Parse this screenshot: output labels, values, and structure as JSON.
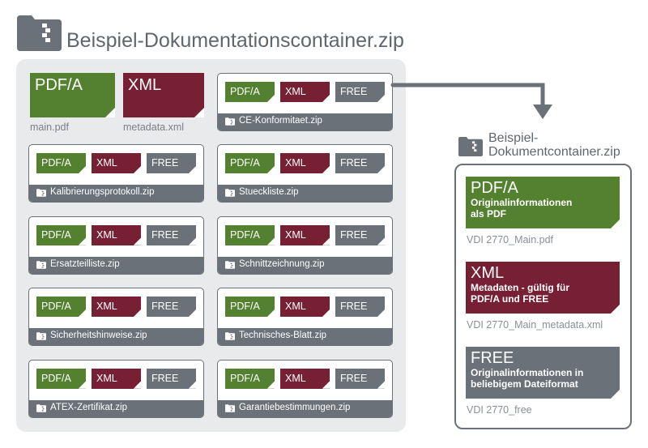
{
  "main_container": {
    "title": "Beispiel-Dokumentationscontainer.zip",
    "files": [
      {
        "type": "PDF/A",
        "name": "main.pdf"
      },
      {
        "type": "XML",
        "name": "metadata.xml"
      }
    ],
    "chip_labels": [
      "PDF/A",
      "XML",
      "FREE"
    ],
    "zips": [
      "CE-Konformitaet.zip",
      "Kalibrierungsprotokoll.zip",
      "Stueckliste.zip",
      "Ersatzteilliste.zip",
      "Schnittzeichnung.zip",
      "Sicherheitshinweise.zip",
      "Technisches-Blatt.zip",
      "ATEX-Zertifikat.zip",
      "Garantiebestimmungen.zip"
    ]
  },
  "document_container": {
    "title_line1": "Beispiel-",
    "title_line2": "Dokumentcontainer.zip",
    "docs": [
      {
        "type": "PDF/A",
        "desc1": "Originalinformationen",
        "desc2": "als PDF",
        "file": "VDI 2770_Main.pdf"
      },
      {
        "type": "XML",
        "desc1": "Metadaten - gültig für",
        "desc2": "PDF/A und FREE",
        "file": "VDI 2770_Main_metadata.xml"
      },
      {
        "type": "FREE",
        "desc1": "Originalinformationen in",
        "desc2": "beliebigem Dateiformat",
        "file": "VDI 2770_free"
      }
    ]
  },
  "colors": {
    "pdfa": "#538130",
    "xml": "#772034",
    "free": "#6b7178"
  }
}
